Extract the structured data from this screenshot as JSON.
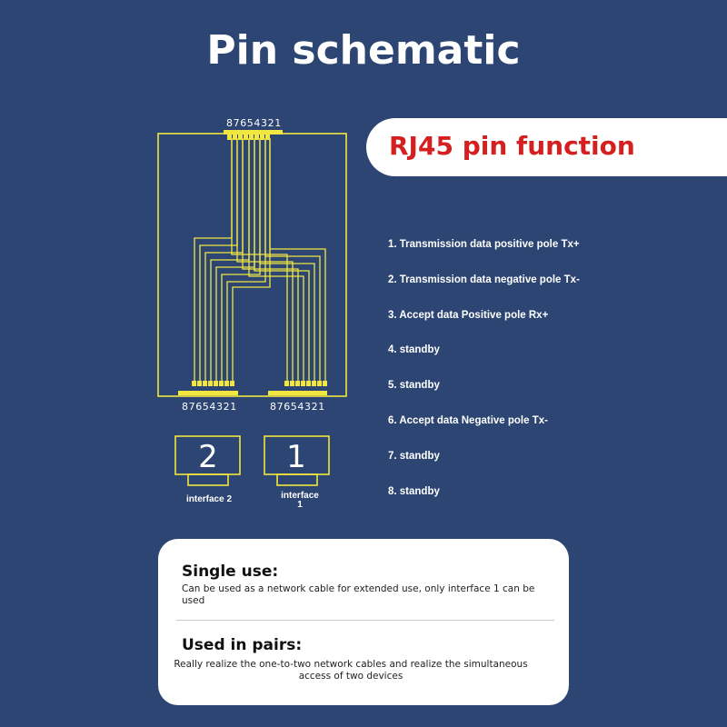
{
  "title": "Pin schematic",
  "schematic": {
    "top_pins": "87654321",
    "port_pins_left": "87654321",
    "port_pins_right": "87654321",
    "port_left_number": "2",
    "port_right_number": "1",
    "port_left_caption": "interface 2",
    "port_right_caption_line1": "interface",
    "port_right_caption_line2": "1",
    "colors": {
      "trace": "#f2e640",
      "background": "#2c4573"
    }
  },
  "rj45": {
    "title": "RJ45 pin function",
    "pins": [
      "1. Transmission data positive pole Tx+",
      "2. Transmission data negative pole Tx-",
      "3. Accept data Positive pole Rx+",
      "4. standby",
      "5. standby",
      "6. Accept data Negative pole Tx-",
      "7. standby",
      "8. standby"
    ]
  },
  "usage": {
    "single_title": "Single use:",
    "single_text": "Can be used as a network cable for extended use, only interface 1 can be used",
    "pairs_title": "Used in pairs:",
    "pairs_text": "Really realize the one-to-two network cables and realize the simultaneous access of two devices"
  }
}
